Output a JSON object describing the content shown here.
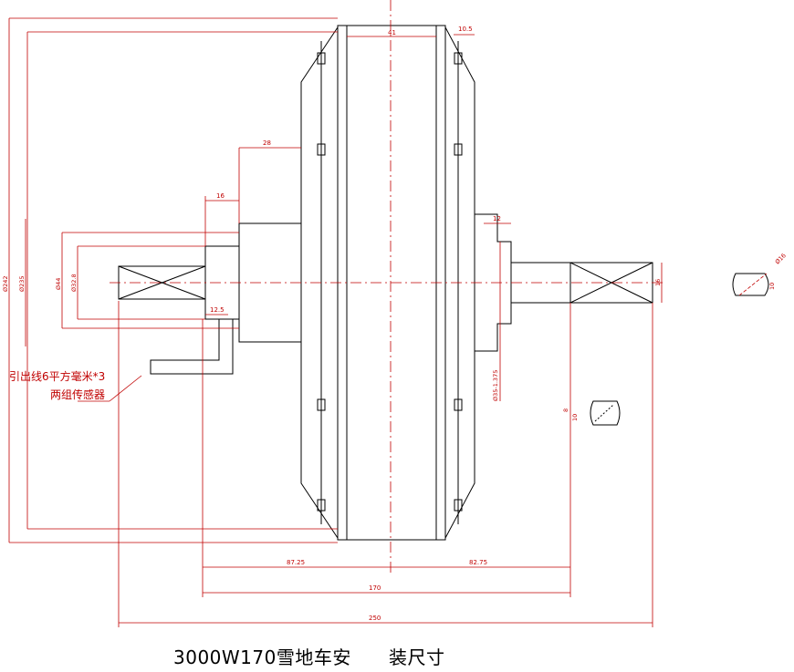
{
  "caption": "3000W170雪地车安      装尺寸",
  "dimensions": {
    "d_41": "41",
    "d_10_5": "10.5",
    "d_28": "28",
    "d_16_top": "16",
    "d_12": "12",
    "d_16_side": "16",
    "d_12_5": "12.5",
    "d_phi242": "Ø242",
    "d_phi235": "Ø235",
    "d_phi44": "Ø44",
    "d_phi32_8": "Ø32.8",
    "d_phi35": "Ø35-1.375",
    "d_phi16": "Ø16",
    "d_10": "10",
    "d_10b": "10",
    "d_8": "8",
    "d_87_25": "87.25",
    "d_82_75": "82.75",
    "d_170": "170",
    "d_250": "250"
  },
  "notes": {
    "lead_wire": "引出线6平方毫米*3",
    "sensors": "两组传感器"
  }
}
